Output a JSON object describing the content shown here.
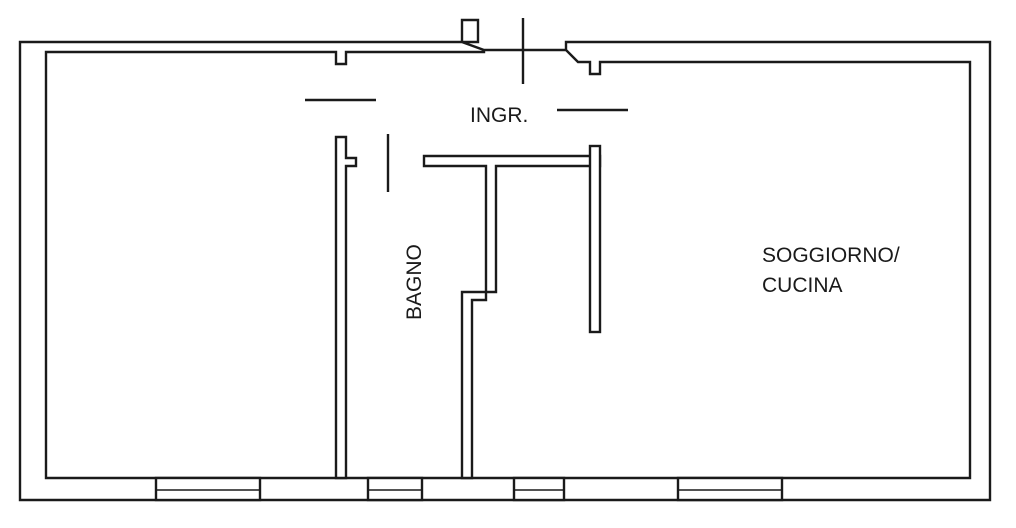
{
  "labels": {
    "entrance": "INGR.",
    "bathroom": "BAGNO",
    "living_line1": "SOGGIORNO/",
    "living_line2": "CUCINA"
  },
  "colors": {
    "line": "#1a1a1a",
    "background": "#ffffff"
  }
}
